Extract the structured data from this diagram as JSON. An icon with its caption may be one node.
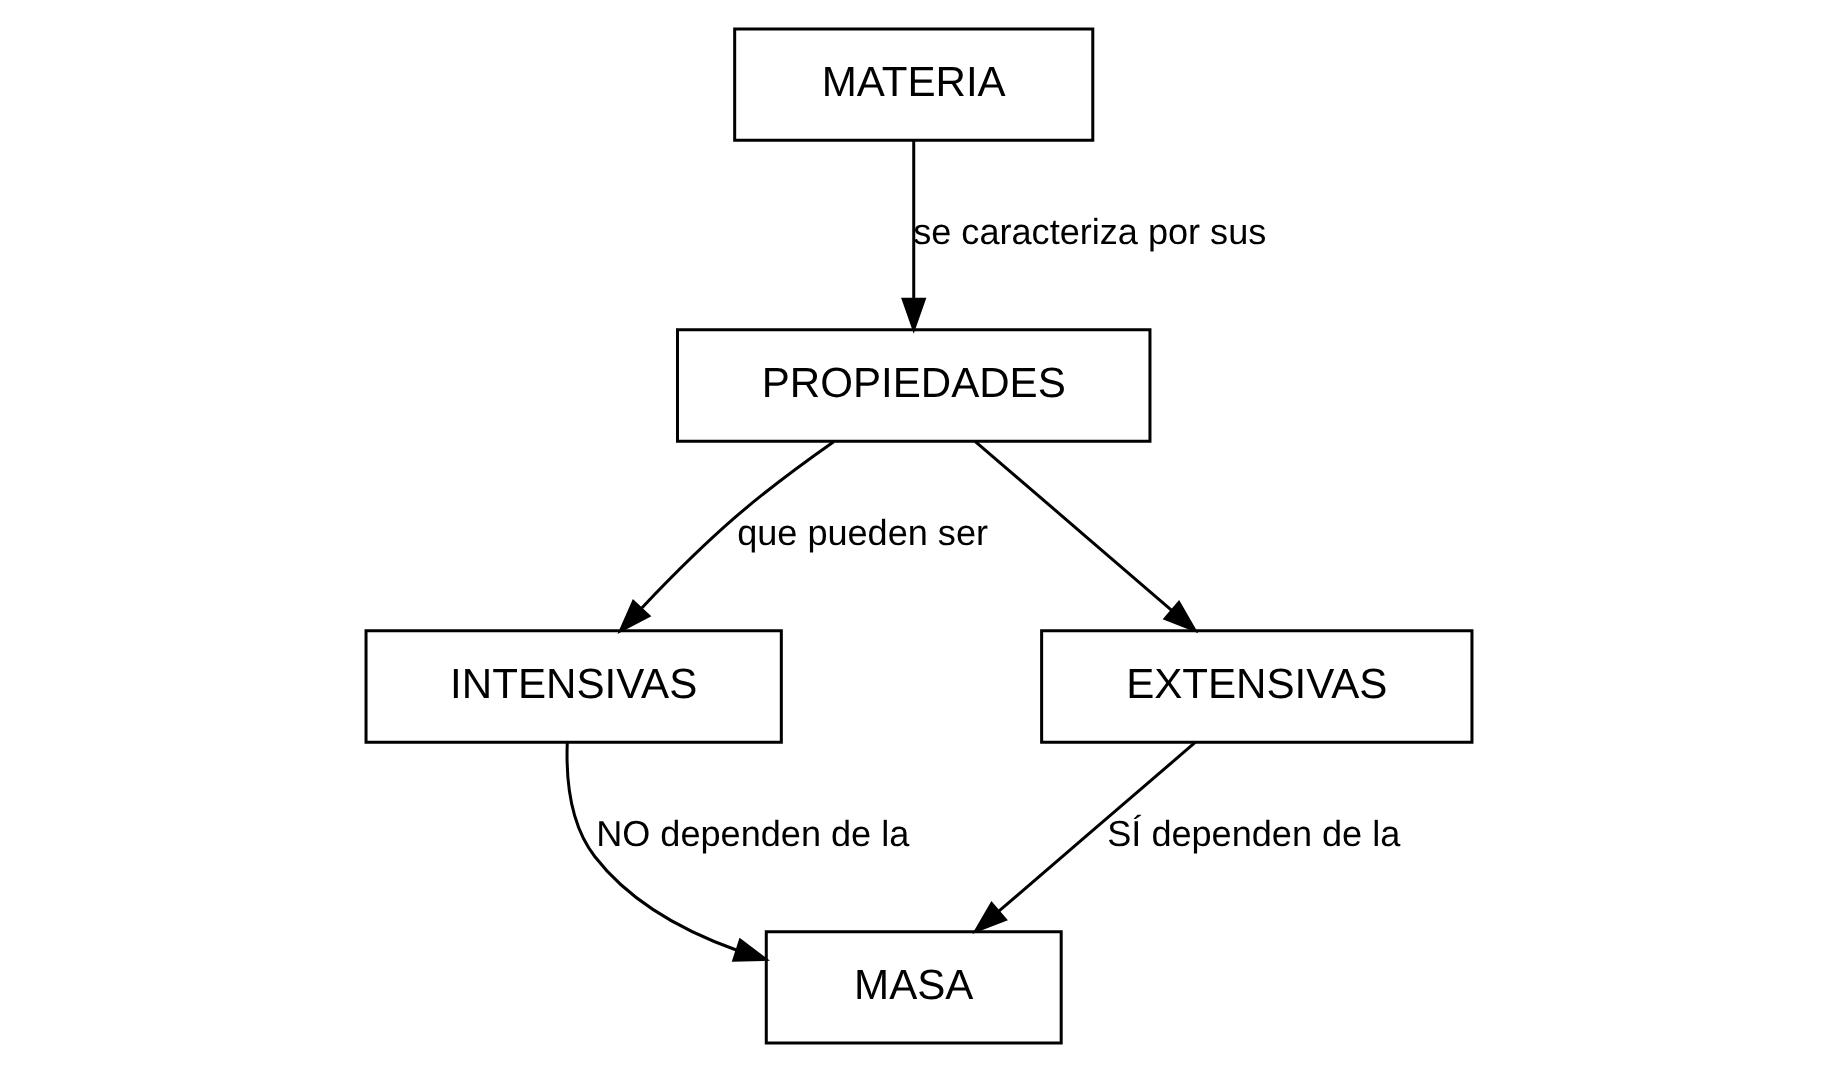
{
  "diagram": {
    "nodes": [
      {
        "text": [
          "MATERIA"
        ]
      },
      {
        "text": [
          "PROPIEDADES"
        ]
      },
      {
        "text": [
          "INTENSIVAS"
        ]
      },
      {
        "text": [
          "EXTENSIVAS"
        ]
      },
      {
        "text": [
          "MASA"
        ]
      }
    ],
    "edges": [
      {
        "from": 0,
        "to": 1,
        "arrow": "to",
        "label": "se caracteriza por sus"
      },
      {
        "from": 1,
        "to": 2,
        "arrow": "to",
        "label": "que pueden ser"
      },
      {
        "from": 1,
        "to": 3,
        "arrow": "to"
      },
      {
        "from": 2,
        "to": 4,
        "arrow": "to",
        "label": "NO dependen de la"
      },
      {
        "from": 3,
        "to": 4,
        "arrow": "to",
        "label": "SÍ dependen de la"
      }
    ]
  }
}
